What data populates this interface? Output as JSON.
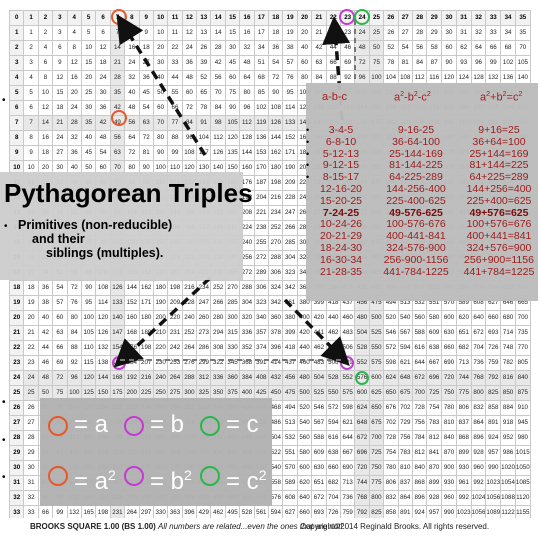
{
  "title": "Pythagorean Triples",
  "subtitle": {
    "line1": "Primitives (non-reducible)",
    "line2": "and their",
    "line3": "siblings (multiples)."
  },
  "triples": {
    "headers": [
      "a-b-c",
      "a²-b²-c²",
      "a²+b²=c²"
    ],
    "header_parts": [
      {
        "text": "a-b-c"
      },
      {
        "a": "a",
        "b": "b",
        "c": "c",
        "sep": "-"
      },
      {
        "a": "a",
        "b": "b",
        "c": "c",
        "op1": "+",
        "op2": "="
      }
    ],
    "rows": [
      {
        "abc": "3-4-5",
        "squares": "9-16-25",
        "sum": "9+16=25",
        "bold": false
      },
      {
        "abc": "6-8-10",
        "squares": "36-64-100",
        "sum": "36+64=100",
        "bold": false
      },
      {
        "abc": "5-12-13",
        "squares": "25-144-169",
        "sum": "25+144=169",
        "bold": false
      },
      {
        "abc": "9-12-15",
        "squares": "81-144-225",
        "sum": "81+144=225",
        "bold": false
      },
      {
        "abc": "8-15-17",
        "squares": "64-225-289",
        "sum": "64+225=289",
        "bold": false
      },
      {
        "abc": "12-16-20",
        "squares": "144-256-400",
        "sum": "144+256=400",
        "bold": false
      },
      {
        "abc": "15-20-25",
        "squares": "225-400-625",
        "sum": "225+400=625",
        "bold": false
      },
      {
        "abc": "7-24-25",
        "squares": "49-576-625",
        "sum": "49+576=625",
        "bold": true
      },
      {
        "abc": "10-24-26",
        "squares": "100-576-676",
        "sum": "100+576=676",
        "bold": false
      },
      {
        "abc": "20-21-29",
        "squares": "400-441-841",
        "sum": "400+441=841",
        "bold": false
      },
      {
        "abc": "18-24-30",
        "squares": "324-576-900",
        "sum": "324+576=900",
        "bold": false
      },
      {
        "abc": "16-30-34",
        "squares": "256-900-1156",
        "sum": "256+900=1156",
        "bold": false
      },
      {
        "abc": "21-28-35",
        "squares": "441-784-1225",
        "sum": "441+784=1225",
        "bold": false
      }
    ]
  },
  "legend": {
    "row1": {
      "a": "= a",
      "b": "= b",
      "c": "= c"
    },
    "row2": {
      "a": "= a",
      "b": "= b",
      "c": "= c",
      "exp": "2"
    }
  },
  "footer": {
    "name": "BROOKS SQUARE 1.00 (BS 1.00)",
    "note": "All numbers are related...even the ones that are not!",
    "copyright": "Copyright©2014 Reginald Brooks. All rights reserved."
  },
  "grid": {
    "size": 35,
    "highlight_cols": [
      7,
      24,
      25
    ],
    "highlight_rows": [
      7,
      24,
      25
    ]
  },
  "colors": {
    "a": "#e8582a",
    "b": "#c43ad2",
    "c": "#28b84a",
    "triples_text": "#9c1a1a",
    "panel_gray": "#bcbcbc",
    "arrow": "#111111"
  }
}
